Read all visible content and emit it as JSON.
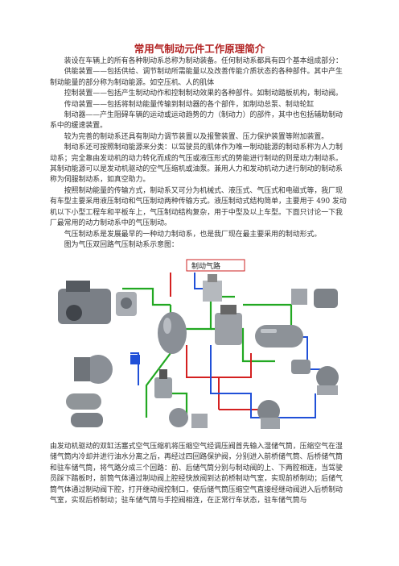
{
  "doc": {
    "title": "常用气制动元件工作原理简介",
    "paragraphs": [
      {
        "text": "装设在车辆上的所有各种制动系总称为制动装备。任何制动系都具有四个基本组成部分：",
        "indent": true
      },
      {
        "text": "供能装置——包括供给、调节制动所需能量以及改善传能介质状态的各种部件。其中产生制动能量的部分称为制动能源。如空压机、人的肌体",
        "indent": true
      },
      {
        "text": "控制装置——包括产生制动动作和控制制动效果的各种部件。如制动踏板机构，制动阀。",
        "indent": true
      },
      {
        "text": "传动装置——包括将制动能量传输到制动器的各个部件，如制动总泵、制动轮缸",
        "indent": true
      },
      {
        "text": "制动器——产生阻碍车辆的运动或运动趋势的力（制动力）的部件，其中也包括辅助制动系中的缓速装置。",
        "indent": true
      },
      {
        "text": "较为完善的制动系还具有制动力调节装置以及报警装置、压力保护装置等附加装置。",
        "indent": true
      },
      {
        "text": "制动系还可按照制动能源来分类：以驾驶员的肌体作为唯一制动能源的制动系称为人力制动系；完全靠由发动机的动力转化而成的气压或液压形式的势能进行制动的则是动力制动系。其制动能源可以是发动机驱动的空气压缩机或油泵。兼用人力和发动机动力进行制动的制动系称为伺服制动系，如真空助力。",
        "indent": true
      },
      {
        "text": "按照制动能量的传输方式，制动系又可分为机械式、液压式、气压式和电磁式等，我厂现有车型主要采用液压制动和气压制动两种传输方式。液压制动式结构简单，主要用于 490 发动机以下小型工程车和平板车上，气压制动结构复杂，用于中型及以上车型。下面只讨论一下我厂最常用的动力制动系中的气压制动。",
        "indent": true
      },
      {
        "text": "气压制动系是发展最早的一种动力制动系，也是我厂现在最主要采用的制动形式。",
        "indent": true
      },
      {
        "text": "图为气压双回路气压制动系示意图：",
        "indent": true
      }
    ],
    "diagram_label": "制动气路",
    "lower_paragraphs": [
      {
        "text": "由发动机驱动的双缸活塞式空气压缩机将压缩空气经调压阀首先输入湿储气筒，压缩空气在湿储气筒内冷却并进行油水分离之后，再经过四回路保护阀，分别进入前桥储气筒、后桥储气筒和驻车储气筒，将气路分成三个回路：前、后储气筒分别与制动阀的上、下两腔相连，当驾驶员踩下踏板时，前筒气体通过制动阀上腔经快放阀到达前桥制动气室，实现前桥制动；后储气筒气体通过制动阀下腔，打开继动阀控制口，使后储气筒压缩空气直接经继动阀进入后桥制动气室，实现后桥制动；驻车储气筒与手控阀相连，在正常行车状态，驻车储气筒与",
        "indent": false
      }
    ]
  },
  "colors": {
    "title": "#b22222",
    "supply_line": "#22a822",
    "front_line": "#d42020",
    "rear_line": "#2050d8",
    "label_box": "#cc2222"
  }
}
